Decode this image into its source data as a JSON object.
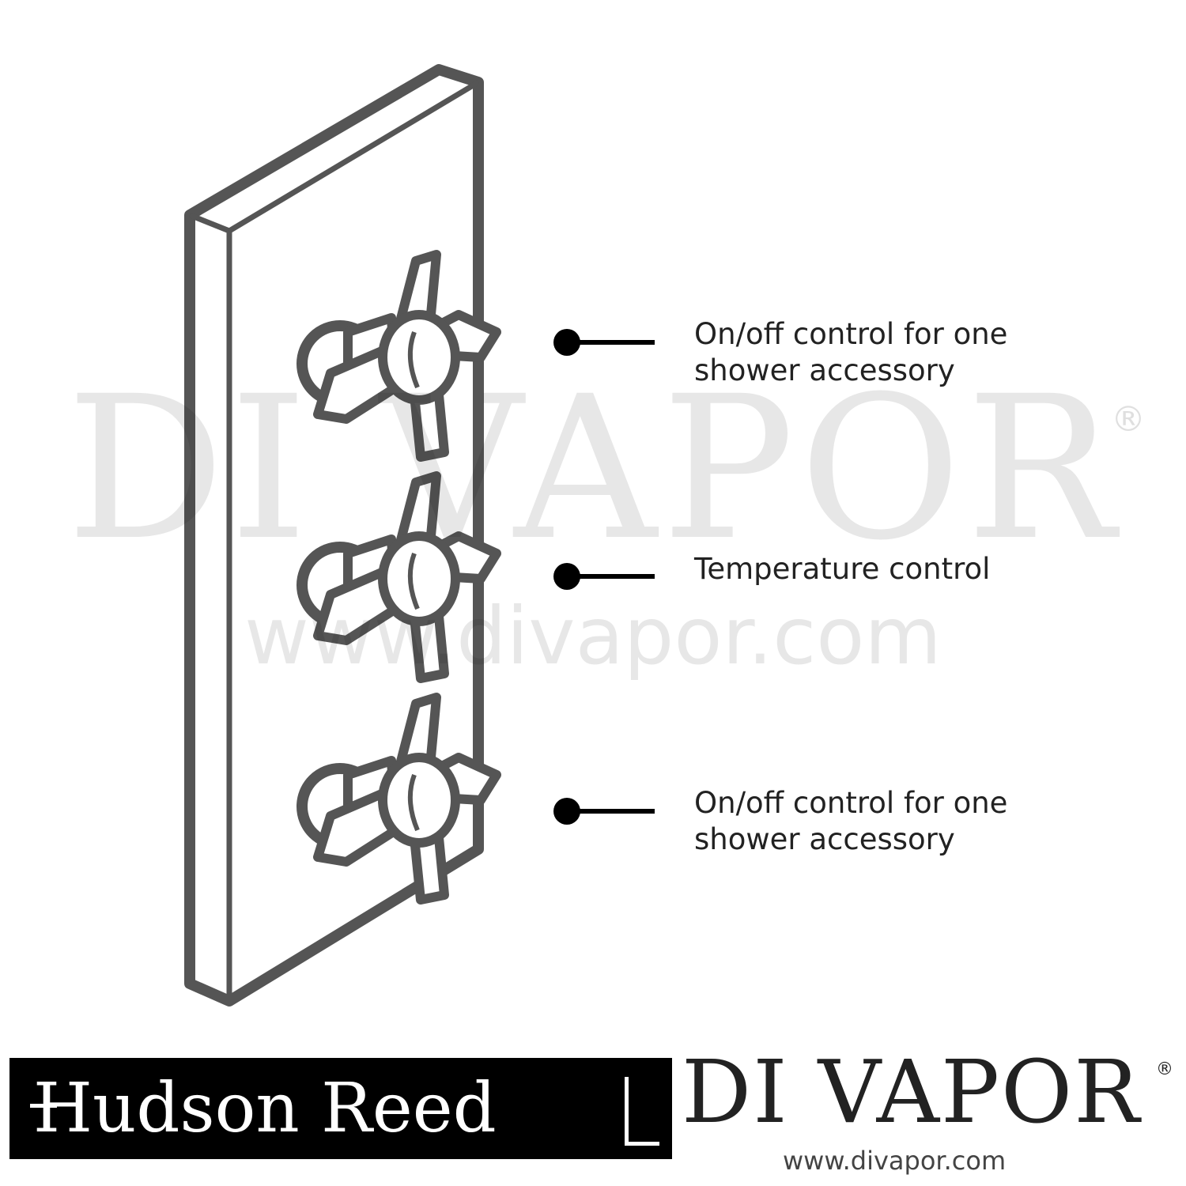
{
  "watermark": {
    "text": "DI VAPOR",
    "registered": "®",
    "url": "www.divapor.com"
  },
  "labels": [
    {
      "lines": [
        "On/off control for one",
        "shower accessory"
      ]
    },
    {
      "lines": [
        "Temperature control"
      ]
    },
    {
      "lines": [
        "On/off control for one",
        "shower accessory"
      ]
    }
  ],
  "brand_left": {
    "name": "Hudson Reed",
    "background": "#000000",
    "color": "#ffffff"
  },
  "brand_right": {
    "name": "DI VAPOR",
    "registered": "®",
    "url": "www.divapor.com",
    "color": "#222222"
  },
  "line_color": "#555555"
}
